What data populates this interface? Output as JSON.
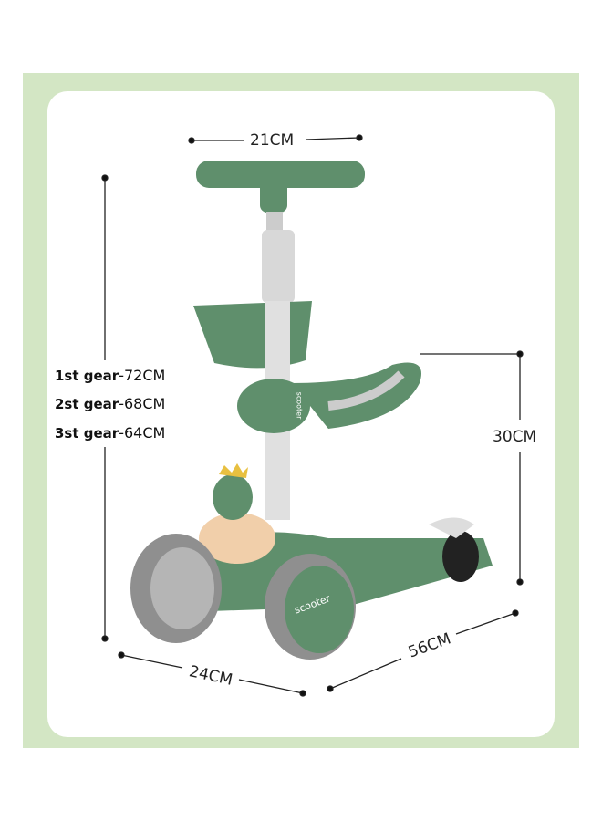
{
  "dimensions": {
    "handlebar_width": "21CM",
    "height_gears": [
      {
        "gear": "1st gear",
        "value": "-72CM"
      },
      {
        "gear": "2st gear",
        "value": "-68CM"
      },
      {
        "gear": "3st gear",
        "value": "-64CM"
      }
    ],
    "seat_height": "30CM",
    "front_width": "24CM",
    "length": "56CM"
  },
  "product": {
    "brand_text": "scooter"
  },
  "colors": {
    "frame": "#d3e6c4",
    "scooter_green": "#5f8f6c",
    "wheel_gray": "#9a9a9a"
  }
}
